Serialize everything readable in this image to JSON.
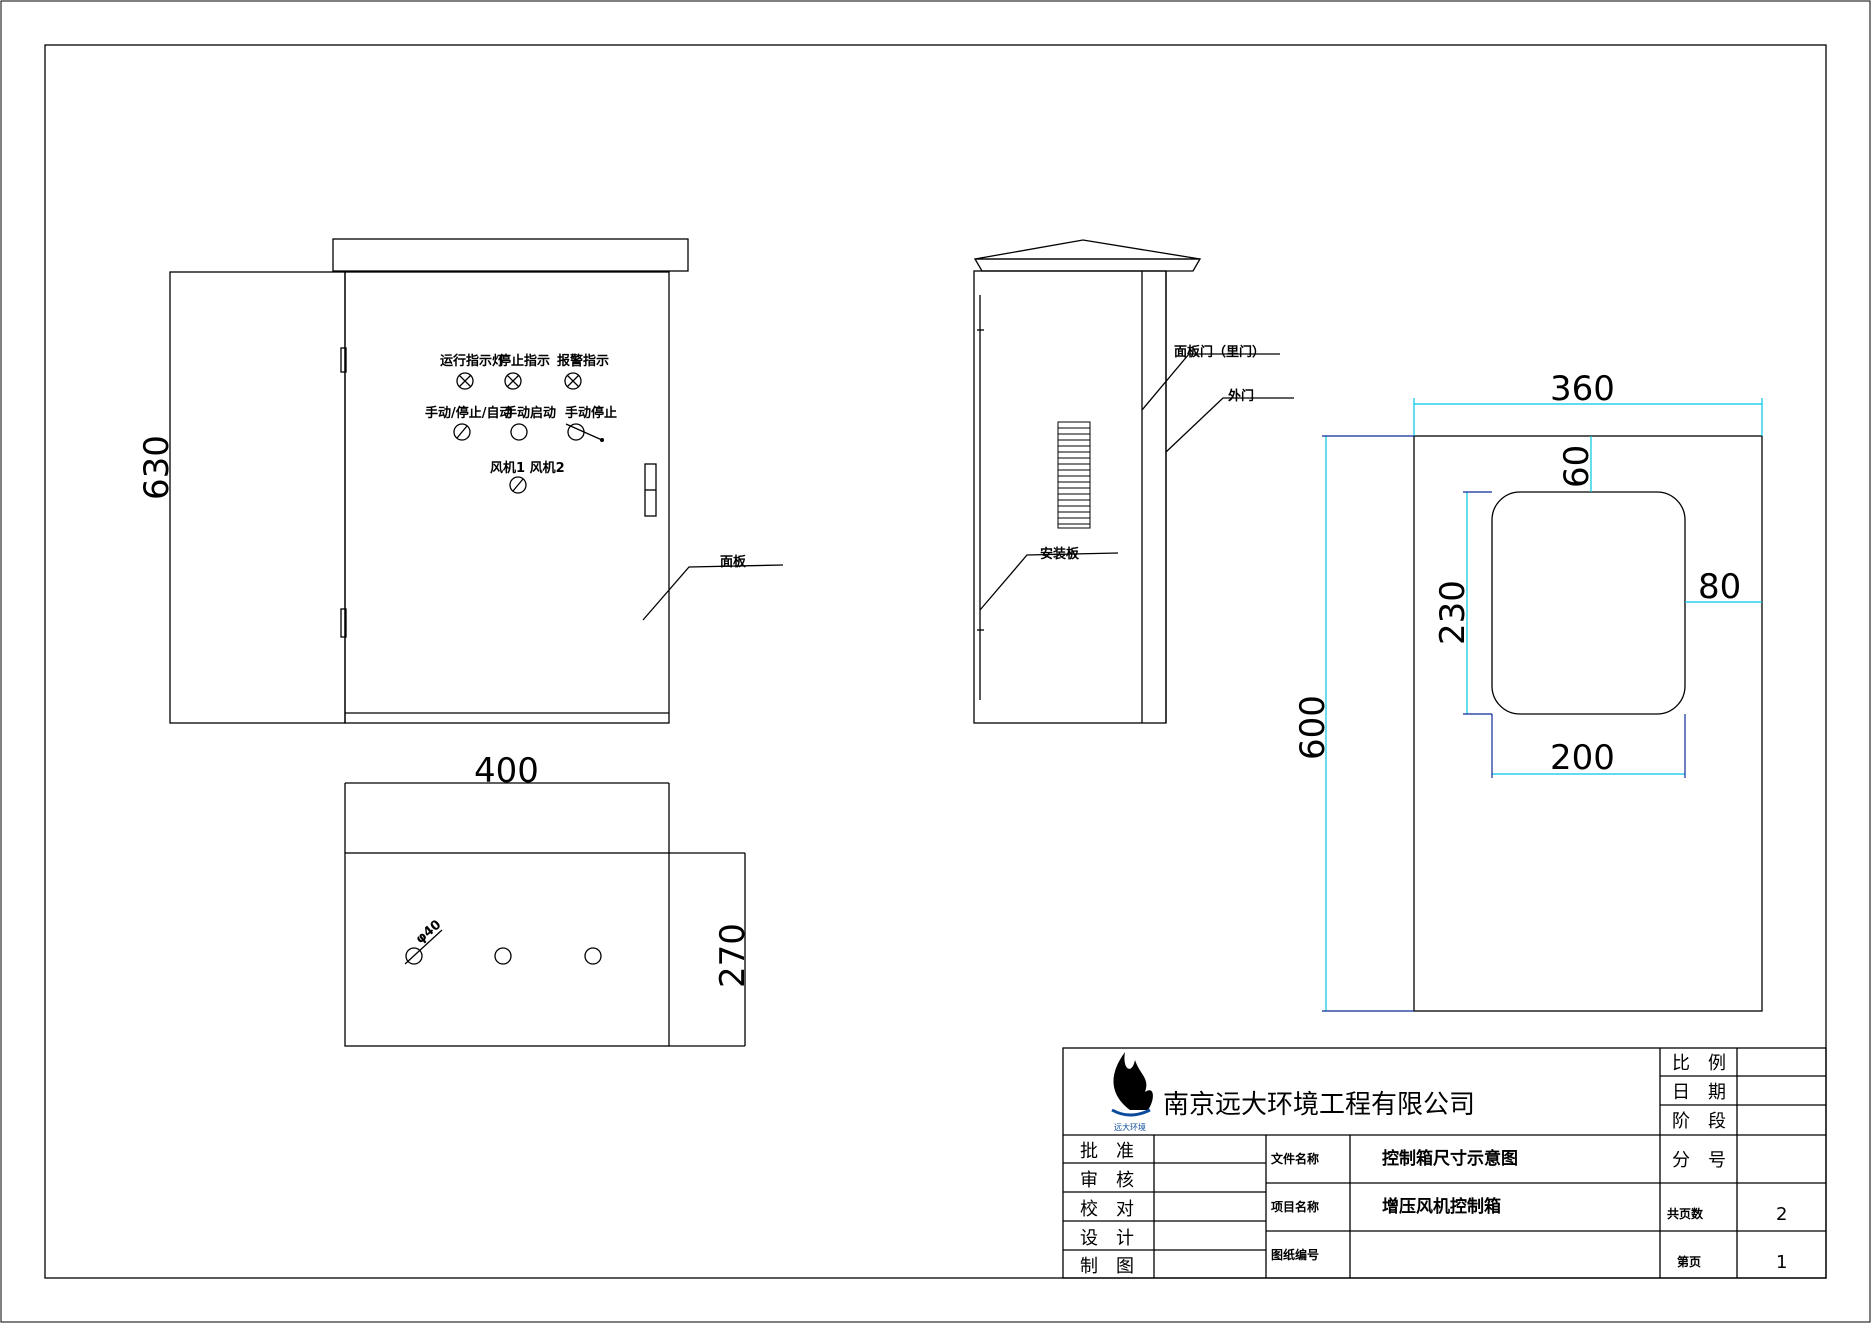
{
  "front_view": {
    "dim_height": "630",
    "label_panel": "面板",
    "indicators": [
      "运行指示灯",
      "停止指示",
      "报警指示"
    ],
    "switches": [
      "手动/停止/自动",
      "手动启动",
      "手动停止"
    ],
    "fans": "风机1  风机2"
  },
  "bottom_view": {
    "dim_width": "400",
    "dim_depth": "270",
    "hole_label": "φ40"
  },
  "side_view": {
    "label_panel_door": "面板门（里门）",
    "label_outer_door": "外门",
    "label_mount_plate": "安装板"
  },
  "panel_view": {
    "dim_width": "360",
    "dim_height": "600",
    "dim_top": "60",
    "dim_side": "80",
    "dim_win_h": "230",
    "dim_win_w": "200"
  },
  "title_block": {
    "company": "南京远大环境工程有限公司",
    "logo_text": "远大环境",
    "approvals": [
      "批　准",
      "审　核",
      "校　对",
      "设　计",
      "制　图"
    ],
    "file_name_label": "文件名称",
    "file_name": "控制箱尺寸示意图",
    "project_label": "项目名称",
    "project": "增压风机控制箱",
    "drawing_no_label": "图纸编号",
    "scale_label": "比　例",
    "date_label": "日　期",
    "stage_label": "阶　段",
    "sub_no_label": "分　号",
    "total_pages_label": "共页数",
    "total_pages": "2",
    "page_label": "第页",
    "page": "1"
  }
}
